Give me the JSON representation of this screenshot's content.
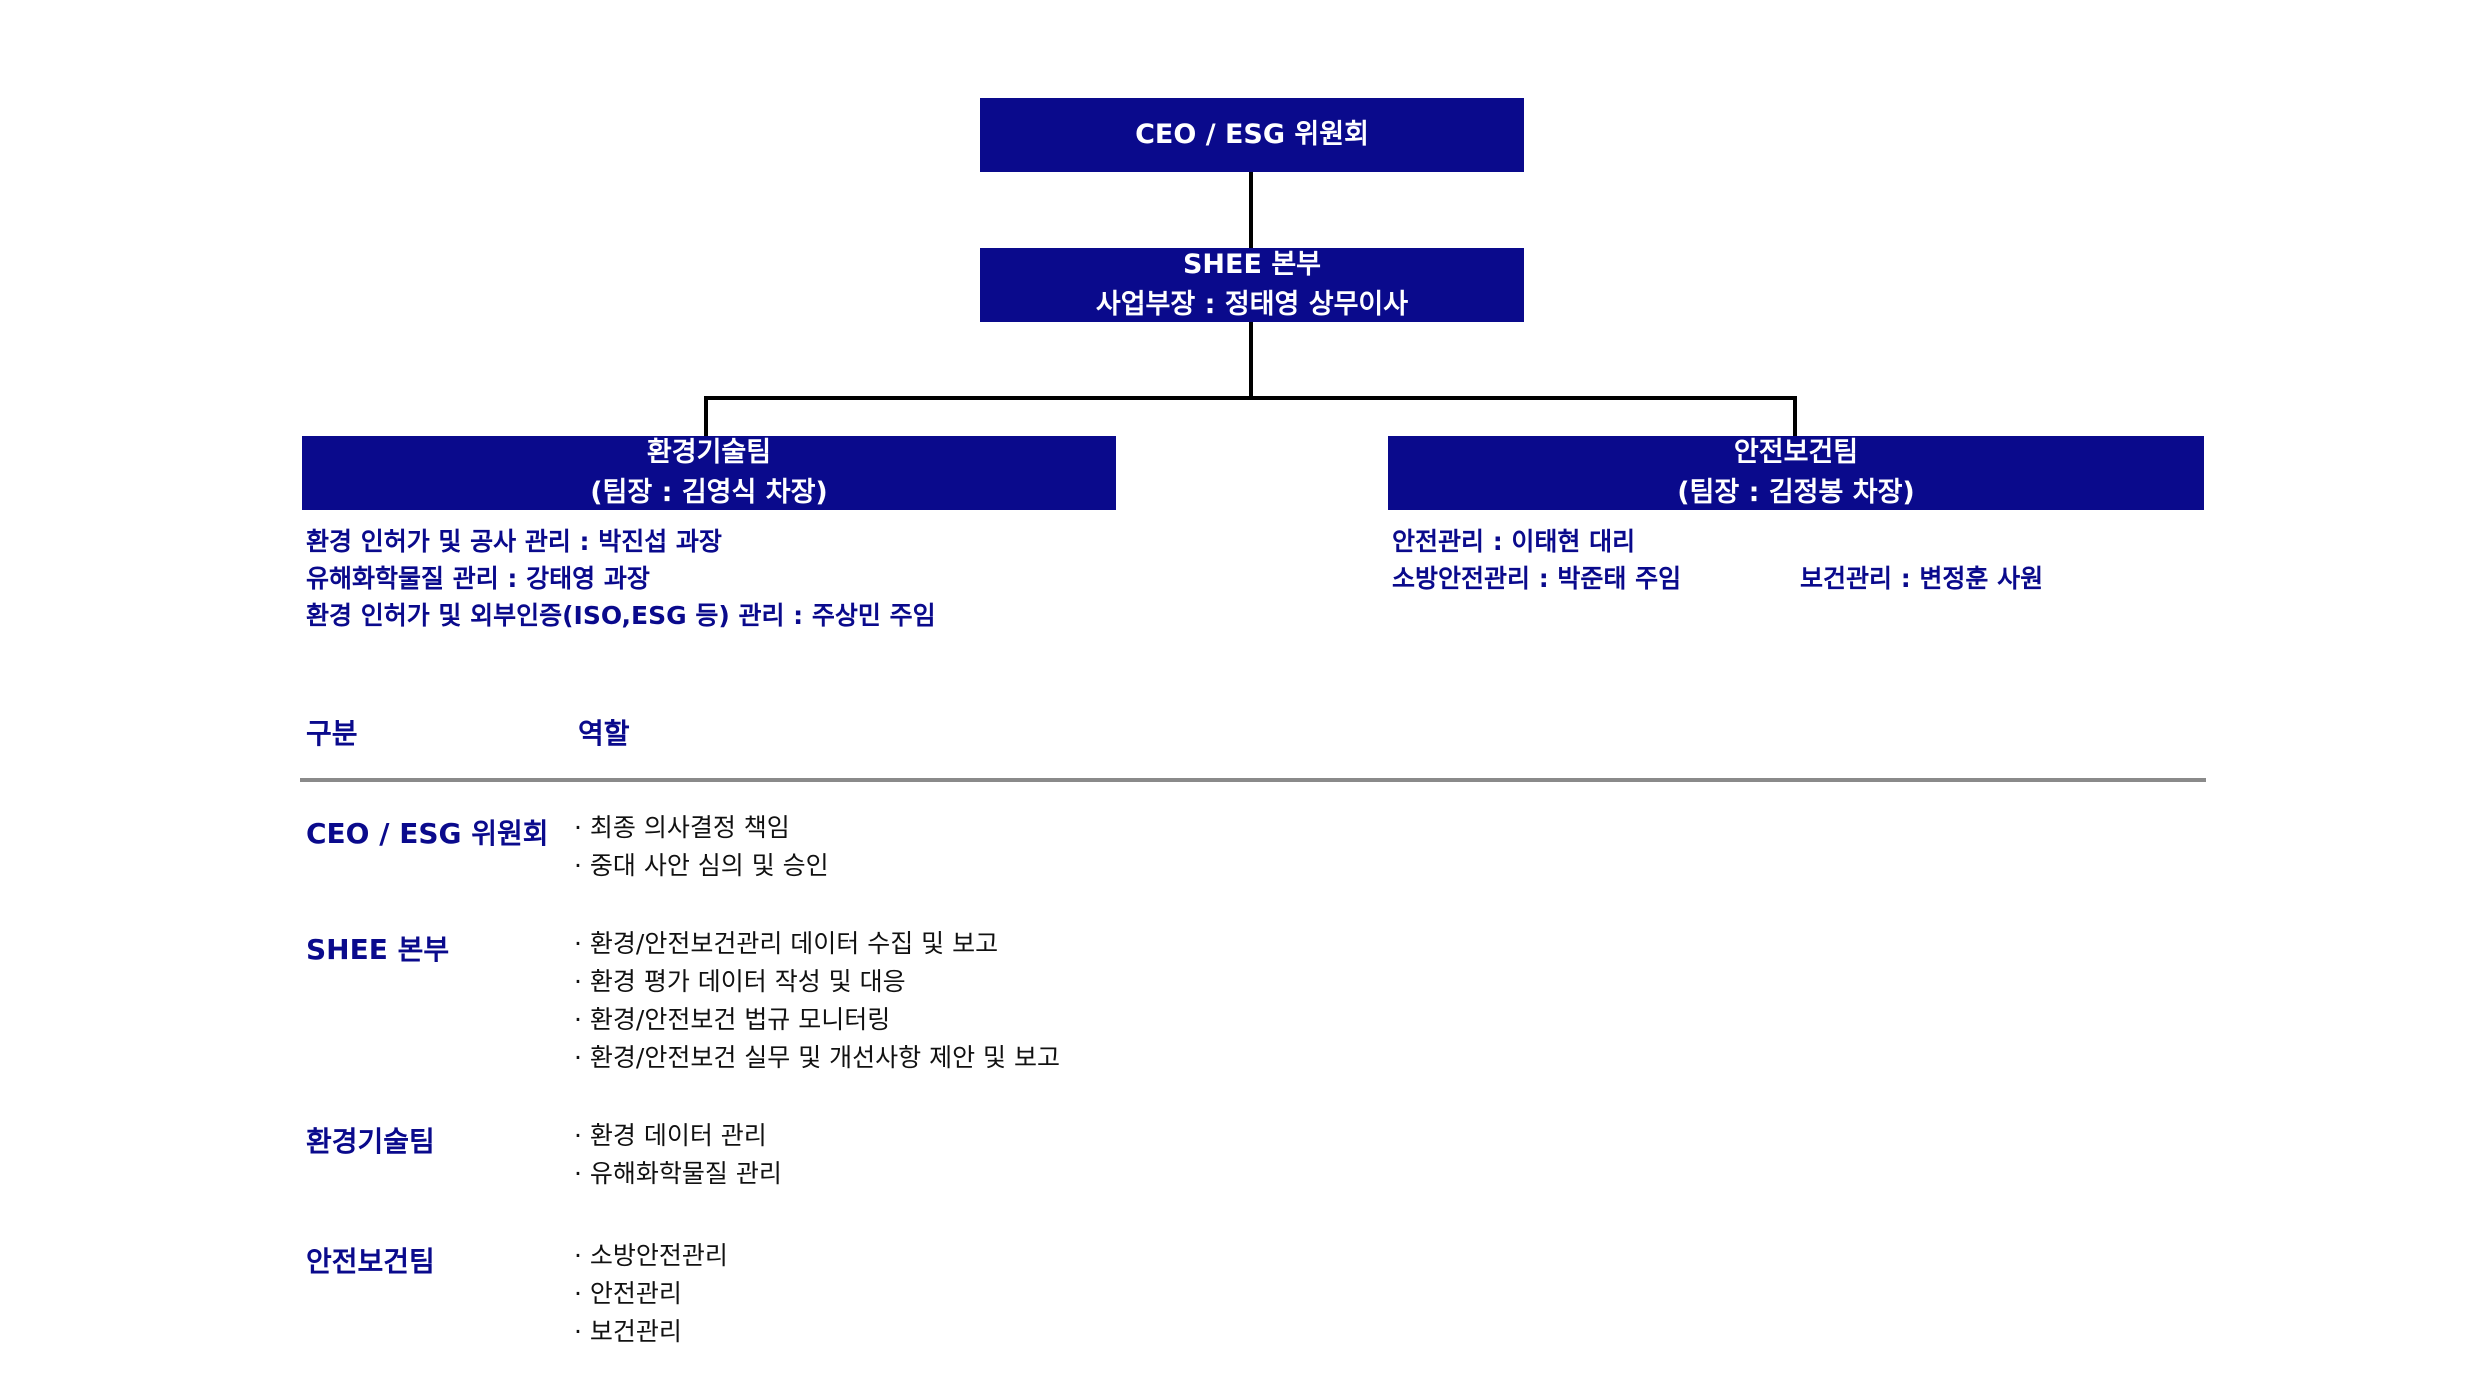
{
  "org": {
    "ceo": {
      "label": "CEO / ESG 위원회"
    },
    "shee": {
      "line1": "SHEE 본부",
      "line2": "사업부장 : 정태영 상무이사"
    },
    "env_team": {
      "line1": "환경기술팀",
      "line2": "(팀장 : 김영식 차장)"
    },
    "safety_team": {
      "line1": "안전보건팀",
      "line2": "(팀장 : 김정봉 차장)"
    }
  },
  "env_members": [
    "환경 인허가 및 공사 관리 : 박진섭 과장",
    "유해화학물질 관리 : 강태영 과장",
    "환경 인허가 및 외부인증(ISO,ESG 등) 관리 : 주상민 주임"
  ],
  "safety_members": {
    "row1": "안전관리 : 이태현 대리",
    "row2a": "소방안전관리 : 박준태 주임",
    "row2b": "보건관리 : 변정훈 사원"
  },
  "table": {
    "header": {
      "col1": "구분",
      "col2": "역할"
    },
    "rows": [
      {
        "category": "CEO / ESG 위원회",
        "roles": [
          "· 최종 의사결정 책임",
          "· 중대 사안 심의 및 승인"
        ]
      },
      {
        "category": "SHEE 본부",
        "roles": [
          "· 환경/안전보건관리 데이터 수집 및 보고",
          "· 환경 평가 데이터 작성 및 대응",
          "· 환경/안전보건 법규 모니터링",
          "· 환경/안전보건 실무 및 개선사항 제안 및 보고"
        ]
      },
      {
        "category": "환경기술팀",
        "roles": [
          "· 환경 데이터 관리",
          "· 유해화학물질 관리"
        ]
      },
      {
        "category": "안전보건팀",
        "roles": [
          "· 소방안전관리",
          "· 안전관리",
          "· 보건관리"
        ]
      }
    ]
  },
  "colors": {
    "primary": "#0a0a8c",
    "rule": "#8a8a8a",
    "connector": "#000000"
  }
}
